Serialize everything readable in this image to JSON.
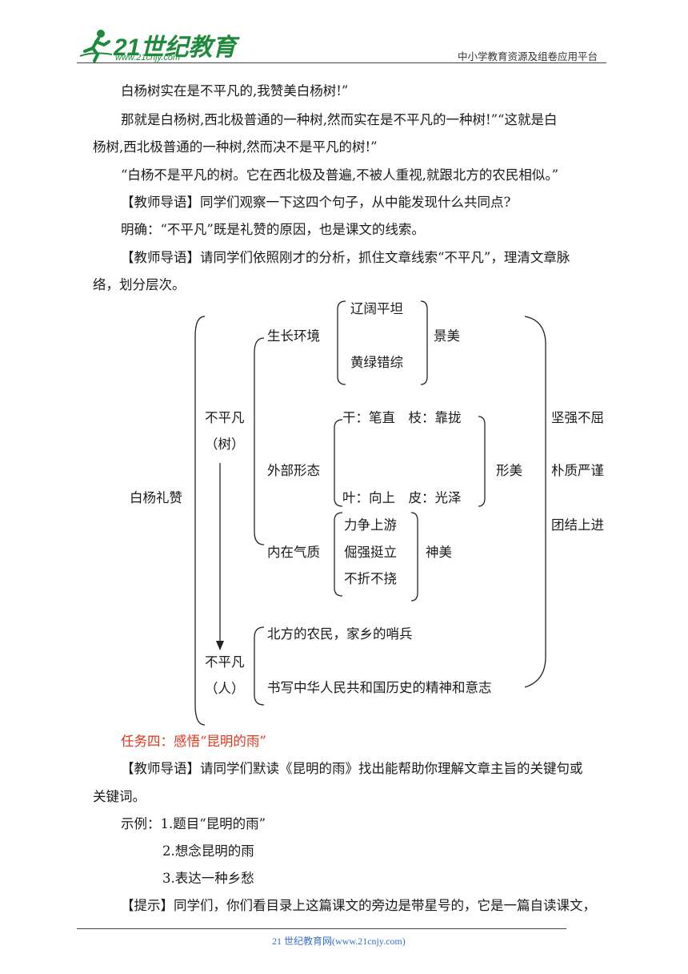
{
  "header": {
    "logo_text": "21世纪教育",
    "logo_url": "www.21cnjy.com",
    "right_text": "中小学教育资源及组卷应用平台"
  },
  "body": {
    "line1": "白杨树实在是不平凡的,我赞美白杨树!”",
    "line2a": "那就是白杨树,西北极普通的一种树,然而实在是不平凡的一种树!”“这就是白",
    "line2b": "杨树,西北极普通的一种树,然而决不是平凡的树!”",
    "line3": "“白杨不是平凡的树。它在西北极及普遍,不被人重视,就跟北方的农民相似。”",
    "line4": "【教师导语】同学们观察一下这四个句子，从中能发现什么共同点?",
    "line5": "明确：“不平凡”既是礼赞的原因，也是课文的线索。",
    "line6a": "【教师导语】请同学们依照刚才的分析，抓住文章线索“不平凡”，理清文章脉",
    "line6b": "络，划分层次。"
  },
  "diagram": {
    "root": "白杨礼赞",
    "tree_a": "不平凡",
    "tree_b": "（树）",
    "people_a": "不平凡",
    "people_b": "（人）",
    "env": "生长环境",
    "env_1": "辽阔平坦",
    "env_2": "黄绿错综",
    "env_beauty": "景美",
    "shape": "外部形态",
    "shape_1": "干：笔直　枝：靠拢",
    "shape_2": "叶：向上　皮：光泽",
    "shape_beauty": "形美",
    "spirit": "内在气质",
    "spirit_1": "力争上游",
    "spirit_2": "倔强挺立",
    "spirit_3": "不折不挠",
    "spirit_beauty": "神美",
    "people_1": "北方的农民，家乡的哨兵",
    "people_2": "书写中华人民共和国历史的精神和意志",
    "quality_1": "坚强不屈",
    "quality_2": "朴质严谨",
    "quality_3": "团结上进"
  },
  "task": {
    "title": "任务四：感悟“昆明的雨”",
    "line1a": "【教师导语】请同学们默读《昆明的雨》找出能帮助你理解文章主旨的关键句或",
    "line1b": "关键词。",
    "example_label": "示例：1.题目“昆明的雨”",
    "example_2": "2.想念昆明的雨",
    "example_3": "3.表达一种乡愁",
    "tip": "【提示】同学们，你们看目录上这篇课文的旁边是带星号的，它是一篇自读课文，"
  },
  "footer": {
    "text": "21 世纪教育网(www.21cnjy.com)"
  }
}
